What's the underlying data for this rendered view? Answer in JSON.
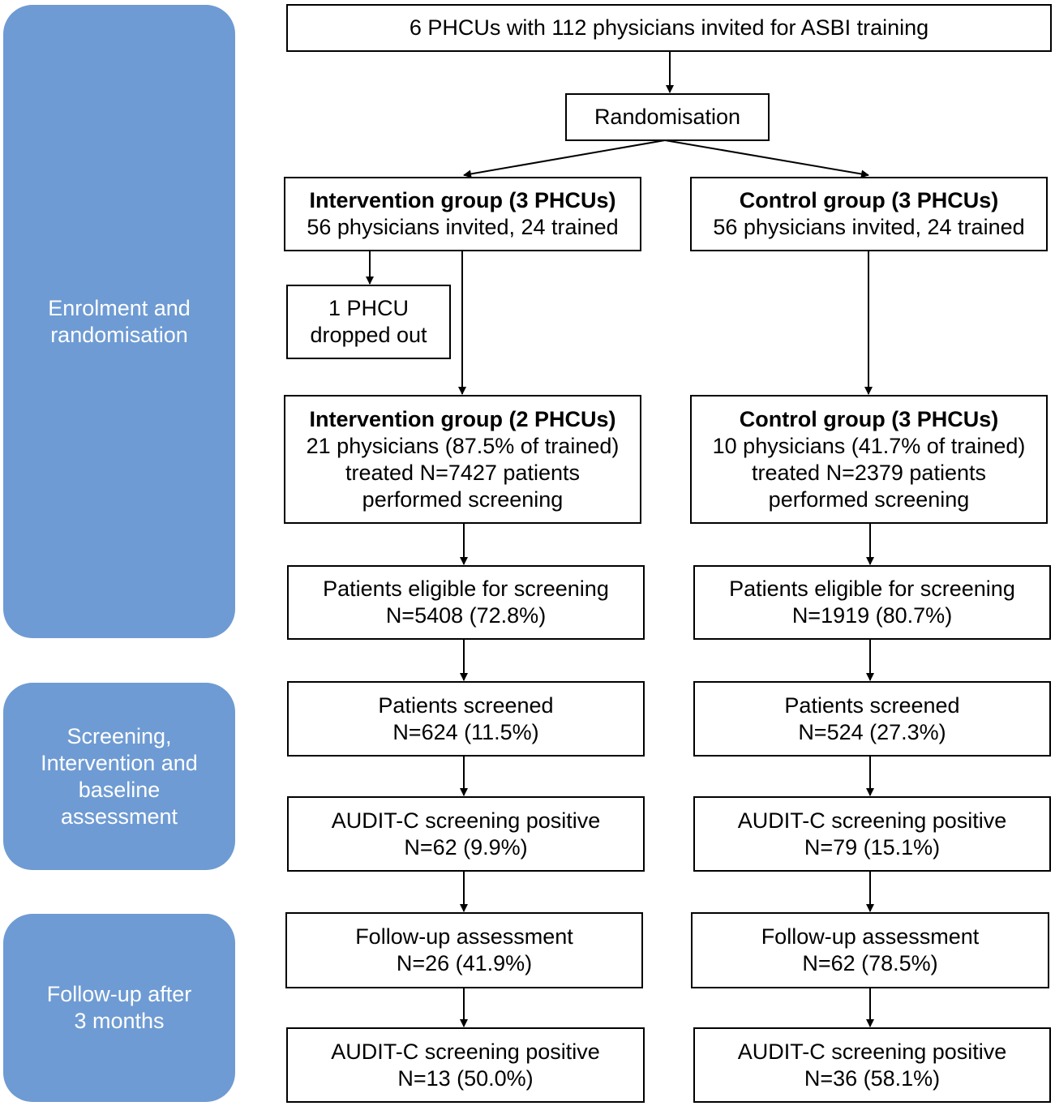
{
  "phases": {
    "enrolment": "Enrolment and\nrandomisation",
    "screening": "Screening,\nIntervention and\nbaseline\nassessment",
    "followup": "Follow-up after\n3 months"
  },
  "top": {
    "invited": "6 PHCUs with 112 physicians invited for ASBI training",
    "randomisation": "Randomisation"
  },
  "intervention": {
    "group_title": "Intervention group (3 PHCUs)",
    "group_sub": "56 physicians invited, 24 trained",
    "dropout_1": "1 PHCU",
    "dropout_2": "dropped out",
    "group2_title": "Intervention group (2 PHCUs)",
    "group2_l1": "21 physicians (87.5% of trained)",
    "group2_l2": "treated N=7427 patients",
    "group2_l3": "performed screening",
    "eligible_l1": "Patients eligible for screening",
    "eligible_l2": "N=5408 (72.8%)",
    "screened_l1": "Patients screened",
    "screened_l2": "N=624 (11.5%)",
    "audit_l1": "AUDIT-C screening positive",
    "audit_l2": "N=62 (9.9%)",
    "followup_l1": "Follow-up assessment",
    "followup_l2": "N=26 (41.9%)",
    "audit2_l1": "AUDIT-C screening positive",
    "audit2_l2": "N=13 (50.0%)"
  },
  "control": {
    "group_title": "Control group (3 PHCUs)",
    "group_sub": "56 physicians invited, 24 trained",
    "group2_title": "Control group (3 PHCUs)",
    "group2_l1": "10 physicians (41.7% of trained)",
    "group2_l2": "treated N=2379 patients",
    "group2_l3": "performed screening",
    "eligible_l1": "Patients eligible for screening",
    "eligible_l2": "N=1919 (80.7%)",
    "screened_l1": "Patients screened",
    "screened_l2": "N=524 (27.3%)",
    "audit_l1": "AUDIT-C screening positive",
    "audit_l2": "N=79 (15.1%)",
    "followup_l1": "Follow-up assessment",
    "followup_l2": "N=62 (78.5%)",
    "audit2_l1": "AUDIT-C screening positive",
    "audit2_l2": "N=36 (58.1%)"
  }
}
